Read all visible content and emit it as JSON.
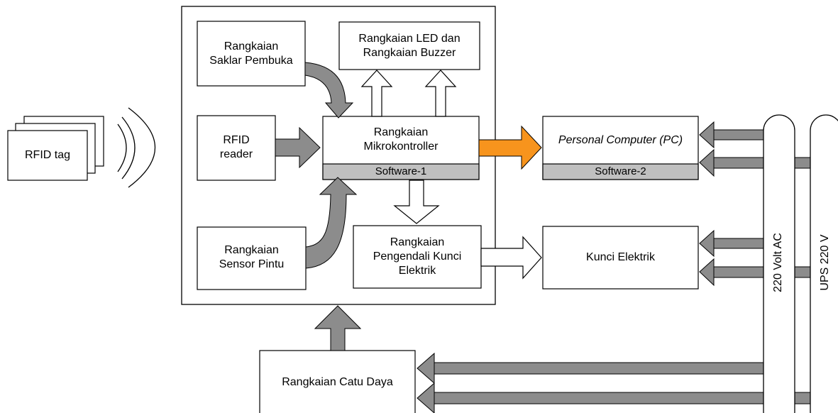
{
  "blocks": {
    "rfid_tag": "RFID tag",
    "saklar": [
      "Rangkaian",
      "Saklar Pembuka"
    ],
    "led_buzzer": [
      "Rangkaian LED dan",
      "Rangkaian Buzzer"
    ],
    "rfid_reader": [
      "RFID",
      "reader"
    ],
    "mikrokontroller": [
      "Rangkaian",
      "Mikrokontroller"
    ],
    "software1": "Software-1",
    "pc": "Personal Computer (PC)",
    "software2": "Software-2",
    "sensor_pintu": [
      "Rangkaian",
      "Sensor Pintu"
    ],
    "pengendali_kunci": [
      "Rangkaian",
      "Pengendali Kunci",
      "Elektrik"
    ],
    "kunci_elektrik": "Kunci Elektrik",
    "catu_daya": "Rangkaian Catu Daya"
  },
  "power_lines": {
    "ac": "220 Volt AC",
    "ups": "UPS 220 V"
  },
  "colors": {
    "gray_arrow": "#8c8c8c",
    "orange_arrow": "#f7941d",
    "software_bar": "#c0c0c0",
    "outline": "#000000"
  }
}
